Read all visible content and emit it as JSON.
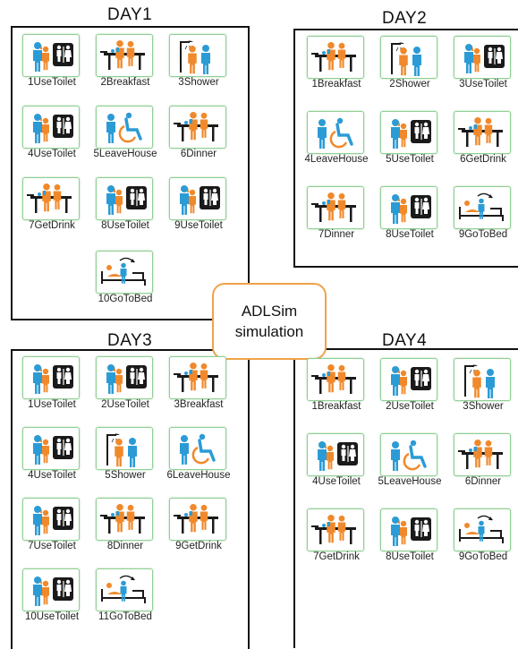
{
  "center": {
    "line1": "ADLSim",
    "line2": "simulation"
  },
  "days": [
    {
      "title": "DAY1",
      "activities": [
        {
          "label": "1UseToilet",
          "icon": "toilet-icon"
        },
        {
          "label": "2Breakfast",
          "icon": "meal-icon"
        },
        {
          "label": "3Shower",
          "icon": "shower-icon"
        },
        {
          "label": "4UseToilet",
          "icon": "toilet-icon"
        },
        {
          "label": "5LeaveHouse",
          "icon": "wheelchair-icon"
        },
        {
          "label": "6Dinner",
          "icon": "meal-icon"
        },
        {
          "label": "7GetDrink",
          "icon": "meal-icon"
        },
        {
          "label": "8UseToilet",
          "icon": "toilet-icon"
        },
        {
          "label": "9UseToilet",
          "icon": "toilet-icon"
        },
        {
          "label": "10GoToBed",
          "icon": "bed-icon"
        }
      ]
    },
    {
      "title": "DAY2",
      "activities": [
        {
          "label": "1Breakfast",
          "icon": "meal-icon"
        },
        {
          "label": "2Shower",
          "icon": "shower-icon"
        },
        {
          "label": "3UseToilet",
          "icon": "toilet-icon"
        },
        {
          "label": "4LeaveHouse",
          "icon": "wheelchair-icon"
        },
        {
          "label": "5UseToilet",
          "icon": "toilet-icon"
        },
        {
          "label": "6GetDrink",
          "icon": "meal-icon"
        },
        {
          "label": "7Dinner",
          "icon": "meal-icon"
        },
        {
          "label": "8UseToilet",
          "icon": "toilet-icon"
        },
        {
          "label": "9GoToBed",
          "icon": "bed-icon"
        }
      ]
    },
    {
      "title": "DAY3",
      "activities": [
        {
          "label": "1UseToilet",
          "icon": "toilet-icon"
        },
        {
          "label": "2UseToilet",
          "icon": "toilet-icon"
        },
        {
          "label": "3Breakfast",
          "icon": "meal-icon"
        },
        {
          "label": "4UseToilet",
          "icon": "toilet-icon"
        },
        {
          "label": "5Shower",
          "icon": "shower-icon"
        },
        {
          "label": "6LeaveHouse",
          "icon": "wheelchair-icon"
        },
        {
          "label": "7UseToilet",
          "icon": "toilet-icon"
        },
        {
          "label": "8Dinner",
          "icon": "meal-icon"
        },
        {
          "label": "9GetDrink",
          "icon": "meal-icon"
        },
        {
          "label": "10UseToilet",
          "icon": "toilet-icon"
        },
        {
          "label": "11GoToBed",
          "icon": "bed-icon"
        }
      ]
    },
    {
      "title": "DAY4",
      "activities": [
        {
          "label": "1Breakfast",
          "icon": "meal-icon"
        },
        {
          "label": "2UseToilet",
          "icon": "toilet-icon"
        },
        {
          "label": "3Shower",
          "icon": "shower-icon"
        },
        {
          "label": "4UseToilet",
          "icon": "toilet-icon"
        },
        {
          "label": "5LeaveHouse",
          "icon": "wheelchair-icon"
        },
        {
          "label": "6Dinner",
          "icon": "meal-icon"
        },
        {
          "label": "7GetDrink",
          "icon": "meal-icon"
        },
        {
          "label": "8UseToilet",
          "icon": "toilet-icon"
        },
        {
          "label": "9GoToBed",
          "icon": "bed-icon"
        }
      ]
    }
  ],
  "colors": {
    "blue": "#2b9bd6",
    "orange": "#f0892b",
    "dark": "#1a1a1a",
    "tile_border": "#8fcf94",
    "center_border": "#f0a24a"
  }
}
